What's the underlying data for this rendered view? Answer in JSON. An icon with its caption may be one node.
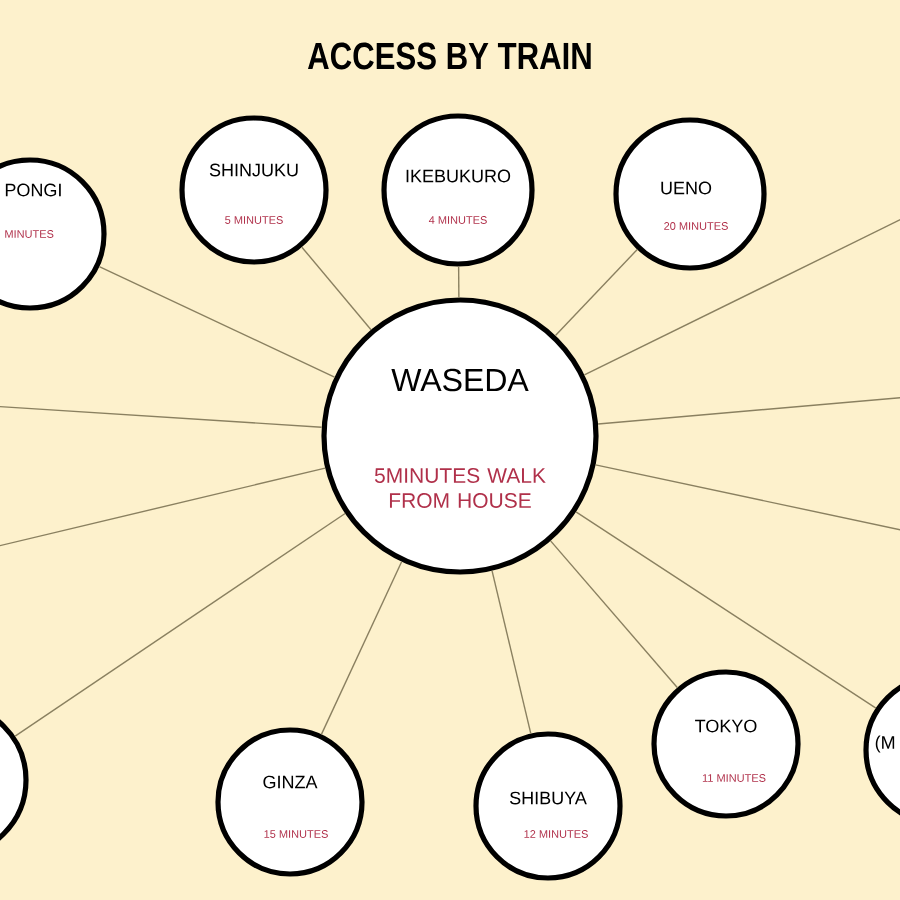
{
  "diagram": {
    "title": "ACCESS BY TRAIN",
    "nodes": [
      {
        "text": [
          "WASEDA",
          "5MINUTES WALK FROM HOUSE"
        ]
      },
      {
        "text": [
          "PONGI",
          "MINUTES"
        ]
      },
      {
        "text": [
          "SHINJUKU",
          "5 MINUTES"
        ]
      },
      {
        "text": [
          "IKEBUKURO",
          "4 MINUTES"
        ]
      },
      {
        "text": [
          "UENO",
          "20 MINUTES"
        ]
      },
      {
        "text": [],
        "shape": "circle"
      },
      {
        "text": [
          "GINZA",
          "15 MINUTES"
        ]
      },
      {
        "text": [
          "SHIBUYA",
          "12 MINUTES"
        ]
      },
      {
        "text": [
          "TOKYO",
          "11 MINUTES"
        ]
      },
      {
        "text": [
          "(M"
        ]
      }
    ],
    "edges": [
      {
        "from": 0,
        "to": 1,
        "arrow": "none"
      },
      {
        "from": 0,
        "to": 2,
        "arrow": "none"
      },
      {
        "from": 0,
        "to": 3,
        "arrow": "none"
      },
      {
        "from": 0,
        "to": 4,
        "arrow": "none"
      },
      {
        "from": 0,
        "to": 5,
        "arrow": "none"
      },
      {
        "from": 0,
        "to": 6,
        "arrow": "none"
      },
      {
        "from": 0,
        "to": 7,
        "arrow": "none"
      },
      {
        "from": 0,
        "to": 8,
        "arrow": "none"
      },
      {
        "from": 0,
        "to": 9,
        "arrow": "none"
      },
      {
        "from": 0,
        "to": null,
        "arrow": "none"
      },
      {
        "from": 0,
        "to": null,
        "arrow": "none"
      },
      {
        "from": 0,
        "to": null,
        "arrow": "none"
      },
      {
        "from": 0,
        "to": null,
        "arrow": "none"
      },
      {
        "from": 0,
        "to": null,
        "arrow": "none"
      }
    ]
  }
}
